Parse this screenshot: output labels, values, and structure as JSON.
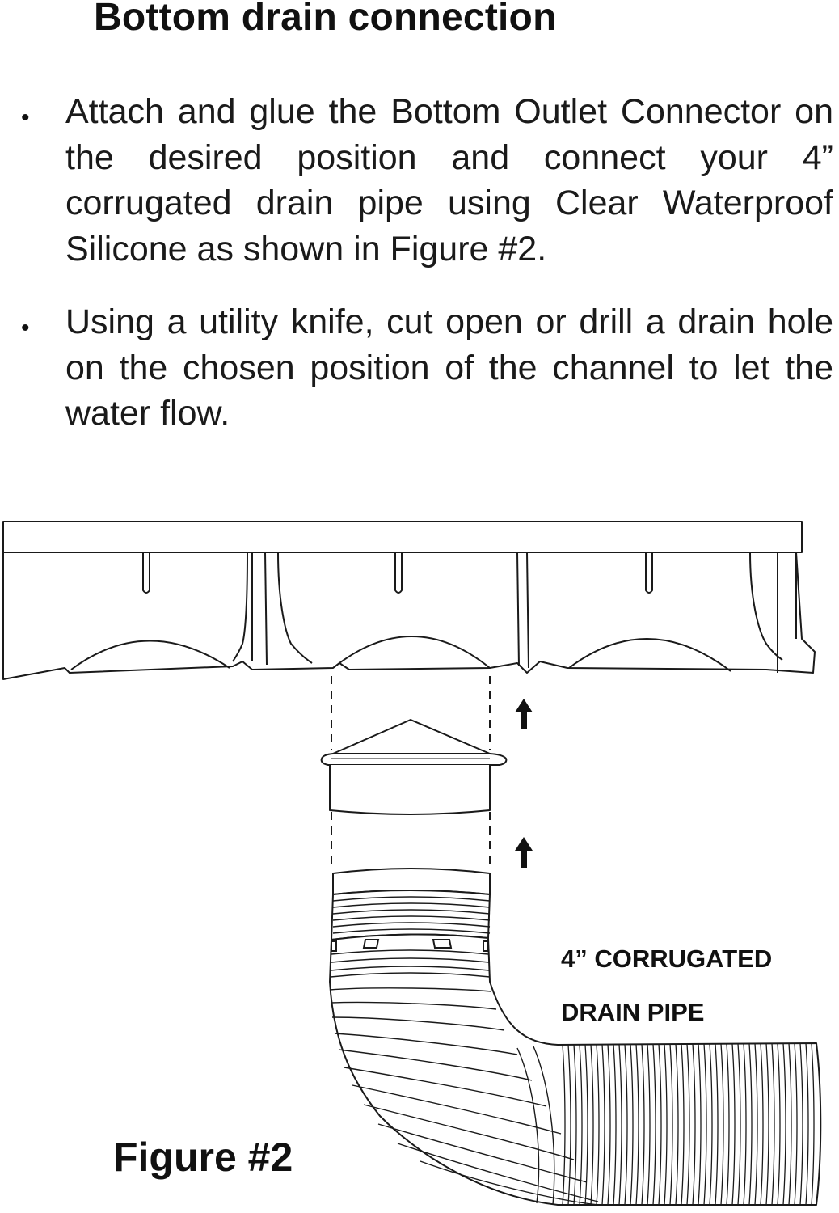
{
  "heading": "Bottom drain connection",
  "bullets": [
    {
      "text": "Attach and glue the Bottom Outlet Connector on the desired position and connect your 4” corrugated drain pipe using Clear Waterproof Silicone as shown in Figure #2."
    },
    {
      "text": "Using a utility knife, cut open or drill a drain hole on the chosen position of the channel to let the water flow."
    }
  ],
  "bullet_glyph": "•",
  "figure": {
    "pipe_label_line1": "4” CORRUGATED",
    "pipe_label_line2": "DRAIN PIPE",
    "caption": "Figure #2"
  }
}
